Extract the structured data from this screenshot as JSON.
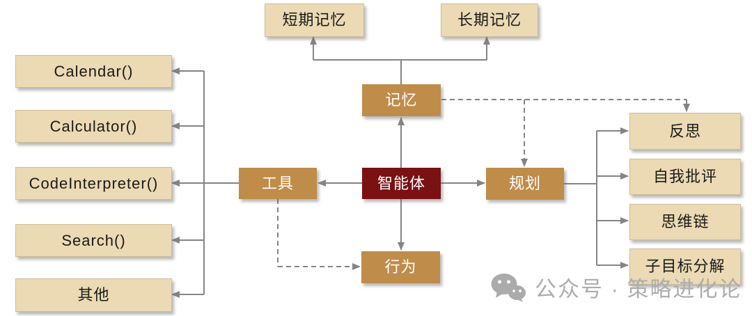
{
  "nodes": {
    "agent": "智能体",
    "memory": "记忆",
    "tools": "工具",
    "planning": "规划",
    "action": "行为",
    "short_term_memory": "短期记忆",
    "long_term_memory": "长期记忆",
    "tool_items": [
      "Calendar()",
      "Calculator()",
      "CodeInterpreter()",
      "Search()",
      "其他"
    ],
    "planning_items": [
      "反思",
      "自我批评",
      "思维链",
      "子目标分解"
    ]
  },
  "watermark": {
    "icon": "wechat-icon",
    "text": "公众号 · 策略进化论"
  },
  "colors": {
    "leaf_box": "#EBDAB3",
    "branch_box": "#C08C4A",
    "center_box": "#7A1113",
    "connector": "#848484",
    "watermark": "#ADADAD",
    "leaf_text": "#1a1a1a",
    "branch_text": "#ffffff"
  }
}
